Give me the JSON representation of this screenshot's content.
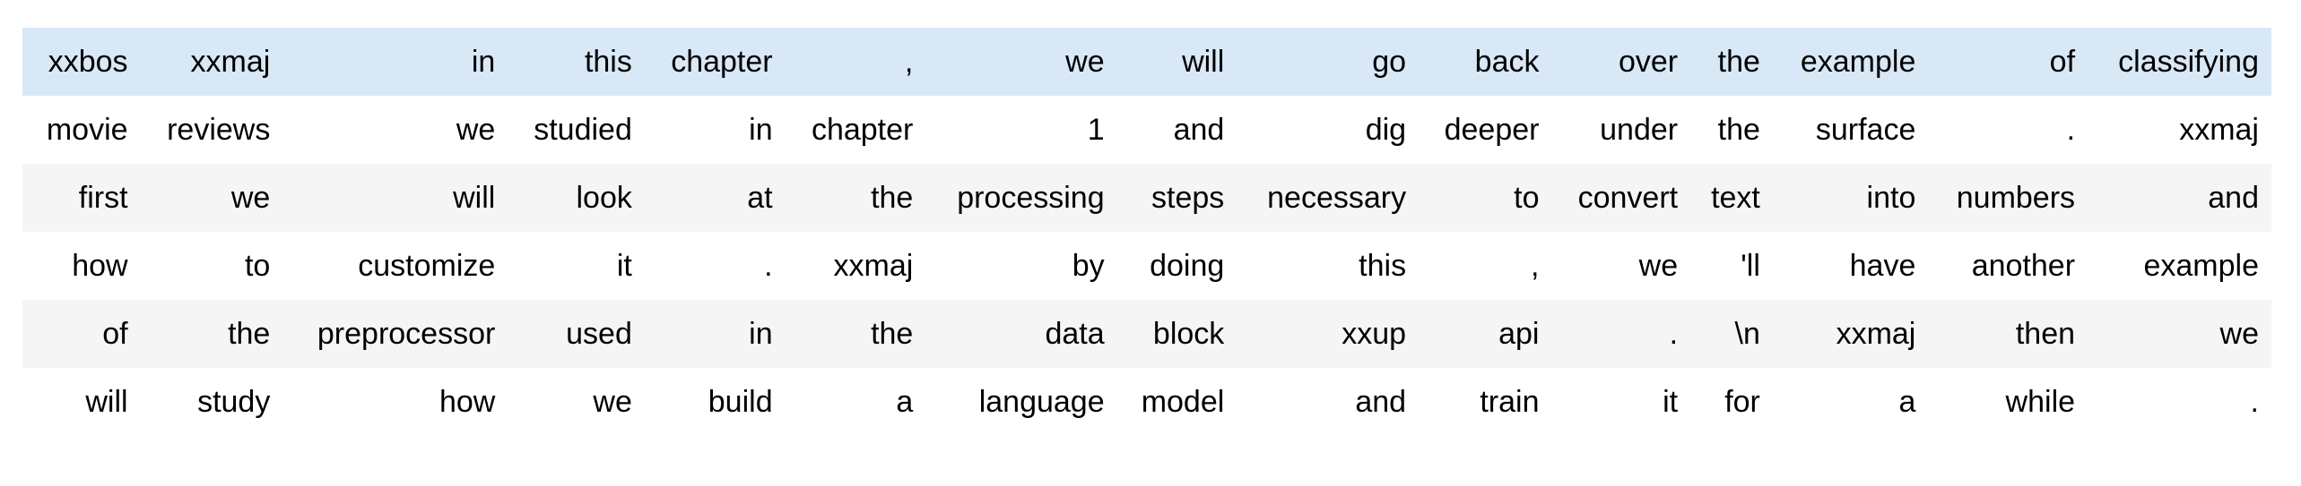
{
  "table": {
    "description": "tokenized-text-batch",
    "colors": {
      "header_bg": "#d9e8f7",
      "stripe_bg": "#f5f5f5",
      "row_bg": "#ffffff",
      "text": "#000000",
      "page_bg": "#ffffff"
    },
    "header": [
      "xxbos",
      "xxmaj",
      "in",
      "this",
      "chapter",
      ",",
      "we",
      "will",
      "go",
      "back",
      "over",
      "the",
      "example",
      "of",
      "classifying"
    ],
    "rows": [
      [
        "movie",
        "reviews",
        "we",
        "studied",
        "in",
        "chapter",
        "1",
        "and",
        "dig",
        "deeper",
        "under",
        "the",
        "surface",
        ".",
        "xxmaj"
      ],
      [
        "first",
        "we",
        "will",
        "look",
        "at",
        "the",
        "processing",
        "steps",
        "necessary",
        "to",
        "convert",
        "text",
        "into",
        "numbers",
        "and"
      ],
      [
        "how",
        "to",
        "customize",
        "it",
        ".",
        "xxmaj",
        "by",
        "doing",
        "this",
        ",",
        "we",
        "'ll",
        "have",
        "another",
        "example"
      ],
      [
        "of",
        "the",
        "preprocessor",
        "used",
        "in",
        "the",
        "data",
        "block",
        "xxup",
        "api",
        ".",
        "\\n",
        "xxmaj",
        "then",
        "we"
      ],
      [
        "will",
        "study",
        "how",
        "we",
        "build",
        "a",
        "language",
        "model",
        "and",
        "train",
        "it",
        "for",
        "a",
        "while",
        "."
      ]
    ]
  }
}
